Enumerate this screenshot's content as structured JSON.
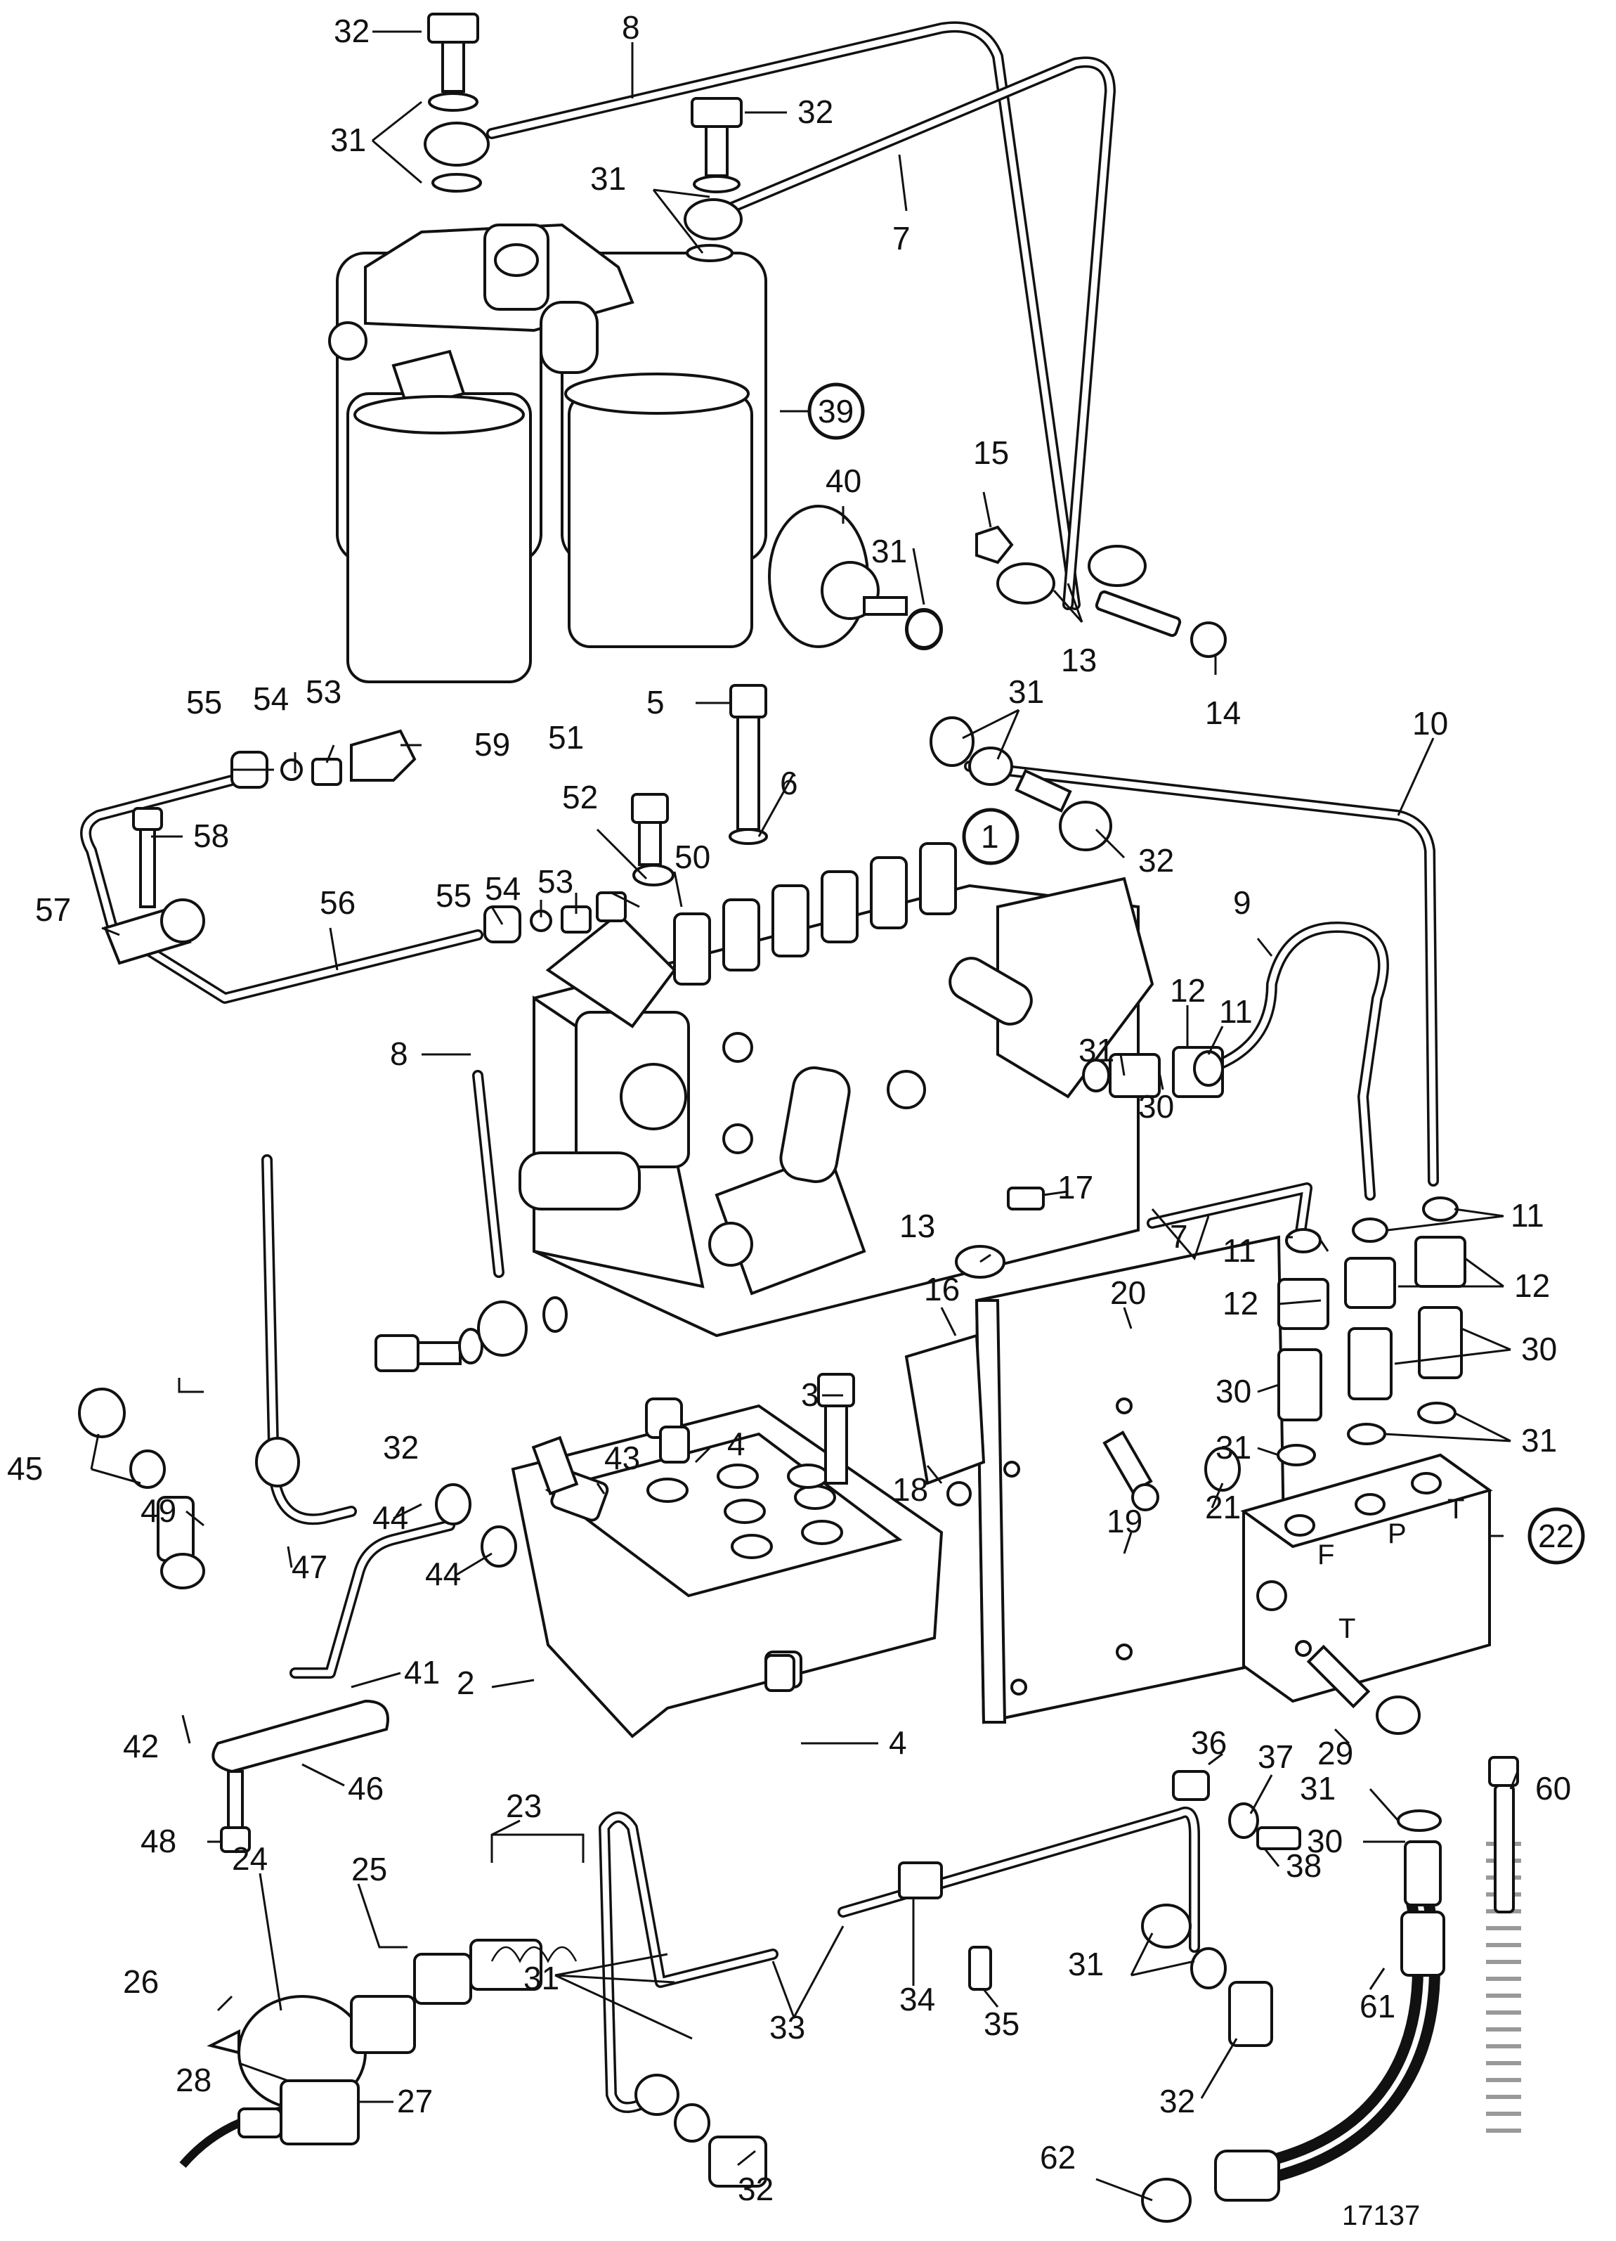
{
  "callouts": [
    {
      "id": "c32a",
      "text": "32"
    },
    {
      "id": "c8a",
      "text": "8"
    },
    {
      "id": "c31a",
      "text": "31"
    },
    {
      "id": "c32b",
      "text": "32"
    },
    {
      "id": "c31b",
      "text": "31"
    },
    {
      "id": "c7a",
      "text": "7"
    },
    {
      "id": "c39",
      "text": "39"
    },
    {
      "id": "c40",
      "text": "40"
    },
    {
      "id": "c15",
      "text": "15"
    },
    {
      "id": "c31c",
      "text": "31"
    },
    {
      "id": "c13a",
      "text": "13"
    },
    {
      "id": "c14",
      "text": "14"
    },
    {
      "id": "c55a",
      "text": "55"
    },
    {
      "id": "c54a",
      "text": "54"
    },
    {
      "id": "c53a",
      "text": "53"
    },
    {
      "id": "c59",
      "text": "59"
    },
    {
      "id": "c5",
      "text": "5"
    },
    {
      "id": "c31d",
      "text": "31"
    },
    {
      "id": "c10",
      "text": "10"
    },
    {
      "id": "c51",
      "text": "51"
    },
    {
      "id": "c6",
      "text": "6"
    },
    {
      "id": "c58",
      "text": "58"
    },
    {
      "id": "c1",
      "text": "1"
    },
    {
      "id": "c52",
      "text": "52"
    },
    {
      "id": "c32c",
      "text": "32"
    },
    {
      "id": "c55b",
      "text": "55"
    },
    {
      "id": "c54b",
      "text": "54"
    },
    {
      "id": "c53b",
      "text": "53"
    },
    {
      "id": "c50",
      "text": "50"
    },
    {
      "id": "c57",
      "text": "57"
    },
    {
      "id": "c56",
      "text": "56"
    },
    {
      "id": "c9",
      "text": "9"
    },
    {
      "id": "c12a",
      "text": "12"
    },
    {
      "id": "c11a",
      "text": "11"
    },
    {
      "id": "c8b",
      "text": "8"
    },
    {
      "id": "c31e",
      "text": "31"
    },
    {
      "id": "c30a",
      "text": "30"
    },
    {
      "id": "c17",
      "text": "17"
    },
    {
      "id": "c11b",
      "text": "11"
    },
    {
      "id": "c7b",
      "text": "7"
    },
    {
      "id": "c13b",
      "text": "13"
    },
    {
      "id": "c11c",
      "text": "11"
    },
    {
      "id": "c12b",
      "text": "12"
    },
    {
      "id": "c12c",
      "text": "12"
    },
    {
      "id": "c16",
      "text": "16"
    },
    {
      "id": "c20",
      "text": "20"
    },
    {
      "id": "c30b",
      "text": "30"
    },
    {
      "id": "c30c",
      "text": "30"
    },
    {
      "id": "c31f",
      "text": "31"
    },
    {
      "id": "c31g",
      "text": "31"
    },
    {
      "id": "c32d",
      "text": "32"
    },
    {
      "id": "c3",
      "text": "3"
    },
    {
      "id": "c4a",
      "text": "4"
    },
    {
      "id": "c43",
      "text": "43"
    },
    {
      "id": "c18",
      "text": "18"
    },
    {
      "id": "c19",
      "text": "19"
    },
    {
      "id": "c21",
      "text": "21"
    },
    {
      "id": "c22",
      "text": "22"
    },
    {
      "id": "c44a",
      "text": "44"
    },
    {
      "id": "c49",
      "text": "49"
    },
    {
      "id": "c47",
      "text": "47"
    },
    {
      "id": "c44b",
      "text": "44"
    },
    {
      "id": "c45",
      "text": "45"
    },
    {
      "id": "c41",
      "text": "41"
    },
    {
      "id": "c2",
      "text": "2"
    },
    {
      "id": "c42",
      "text": "42"
    },
    {
      "id": "c46",
      "text": "46"
    },
    {
      "id": "c4b",
      "text": "4"
    },
    {
      "id": "c60",
      "text": "60"
    },
    {
      "id": "c29",
      "text": "29"
    },
    {
      "id": "c48",
      "text": "48"
    },
    {
      "id": "c36",
      "text": "36"
    },
    {
      "id": "c37",
      "text": "37"
    },
    {
      "id": "c31h",
      "text": "31"
    },
    {
      "id": "c30d",
      "text": "30"
    },
    {
      "id": "c23",
      "text": "23"
    },
    {
      "id": "c38",
      "text": "38"
    },
    {
      "id": "c24",
      "text": "24"
    },
    {
      "id": "c25",
      "text": "25"
    },
    {
      "id": "c26",
      "text": "26"
    },
    {
      "id": "c31i",
      "text": "31"
    },
    {
      "id": "c33",
      "text": "33"
    },
    {
      "id": "c34",
      "text": "34"
    },
    {
      "id": "c35",
      "text": "35"
    },
    {
      "id": "c31j",
      "text": "31"
    },
    {
      "id": "c61",
      "text": "61"
    },
    {
      "id": "c32e",
      "text": "32"
    },
    {
      "id": "c28",
      "text": "28"
    },
    {
      "id": "c27",
      "text": "27"
    },
    {
      "id": "c62",
      "text": "62"
    },
    {
      "id": "c32f",
      "text": "32"
    }
  ],
  "block_marks": {
    "f": "F",
    "p": "P",
    "t1": "T",
    "t2": "T"
  },
  "drawing_code": "17137"
}
